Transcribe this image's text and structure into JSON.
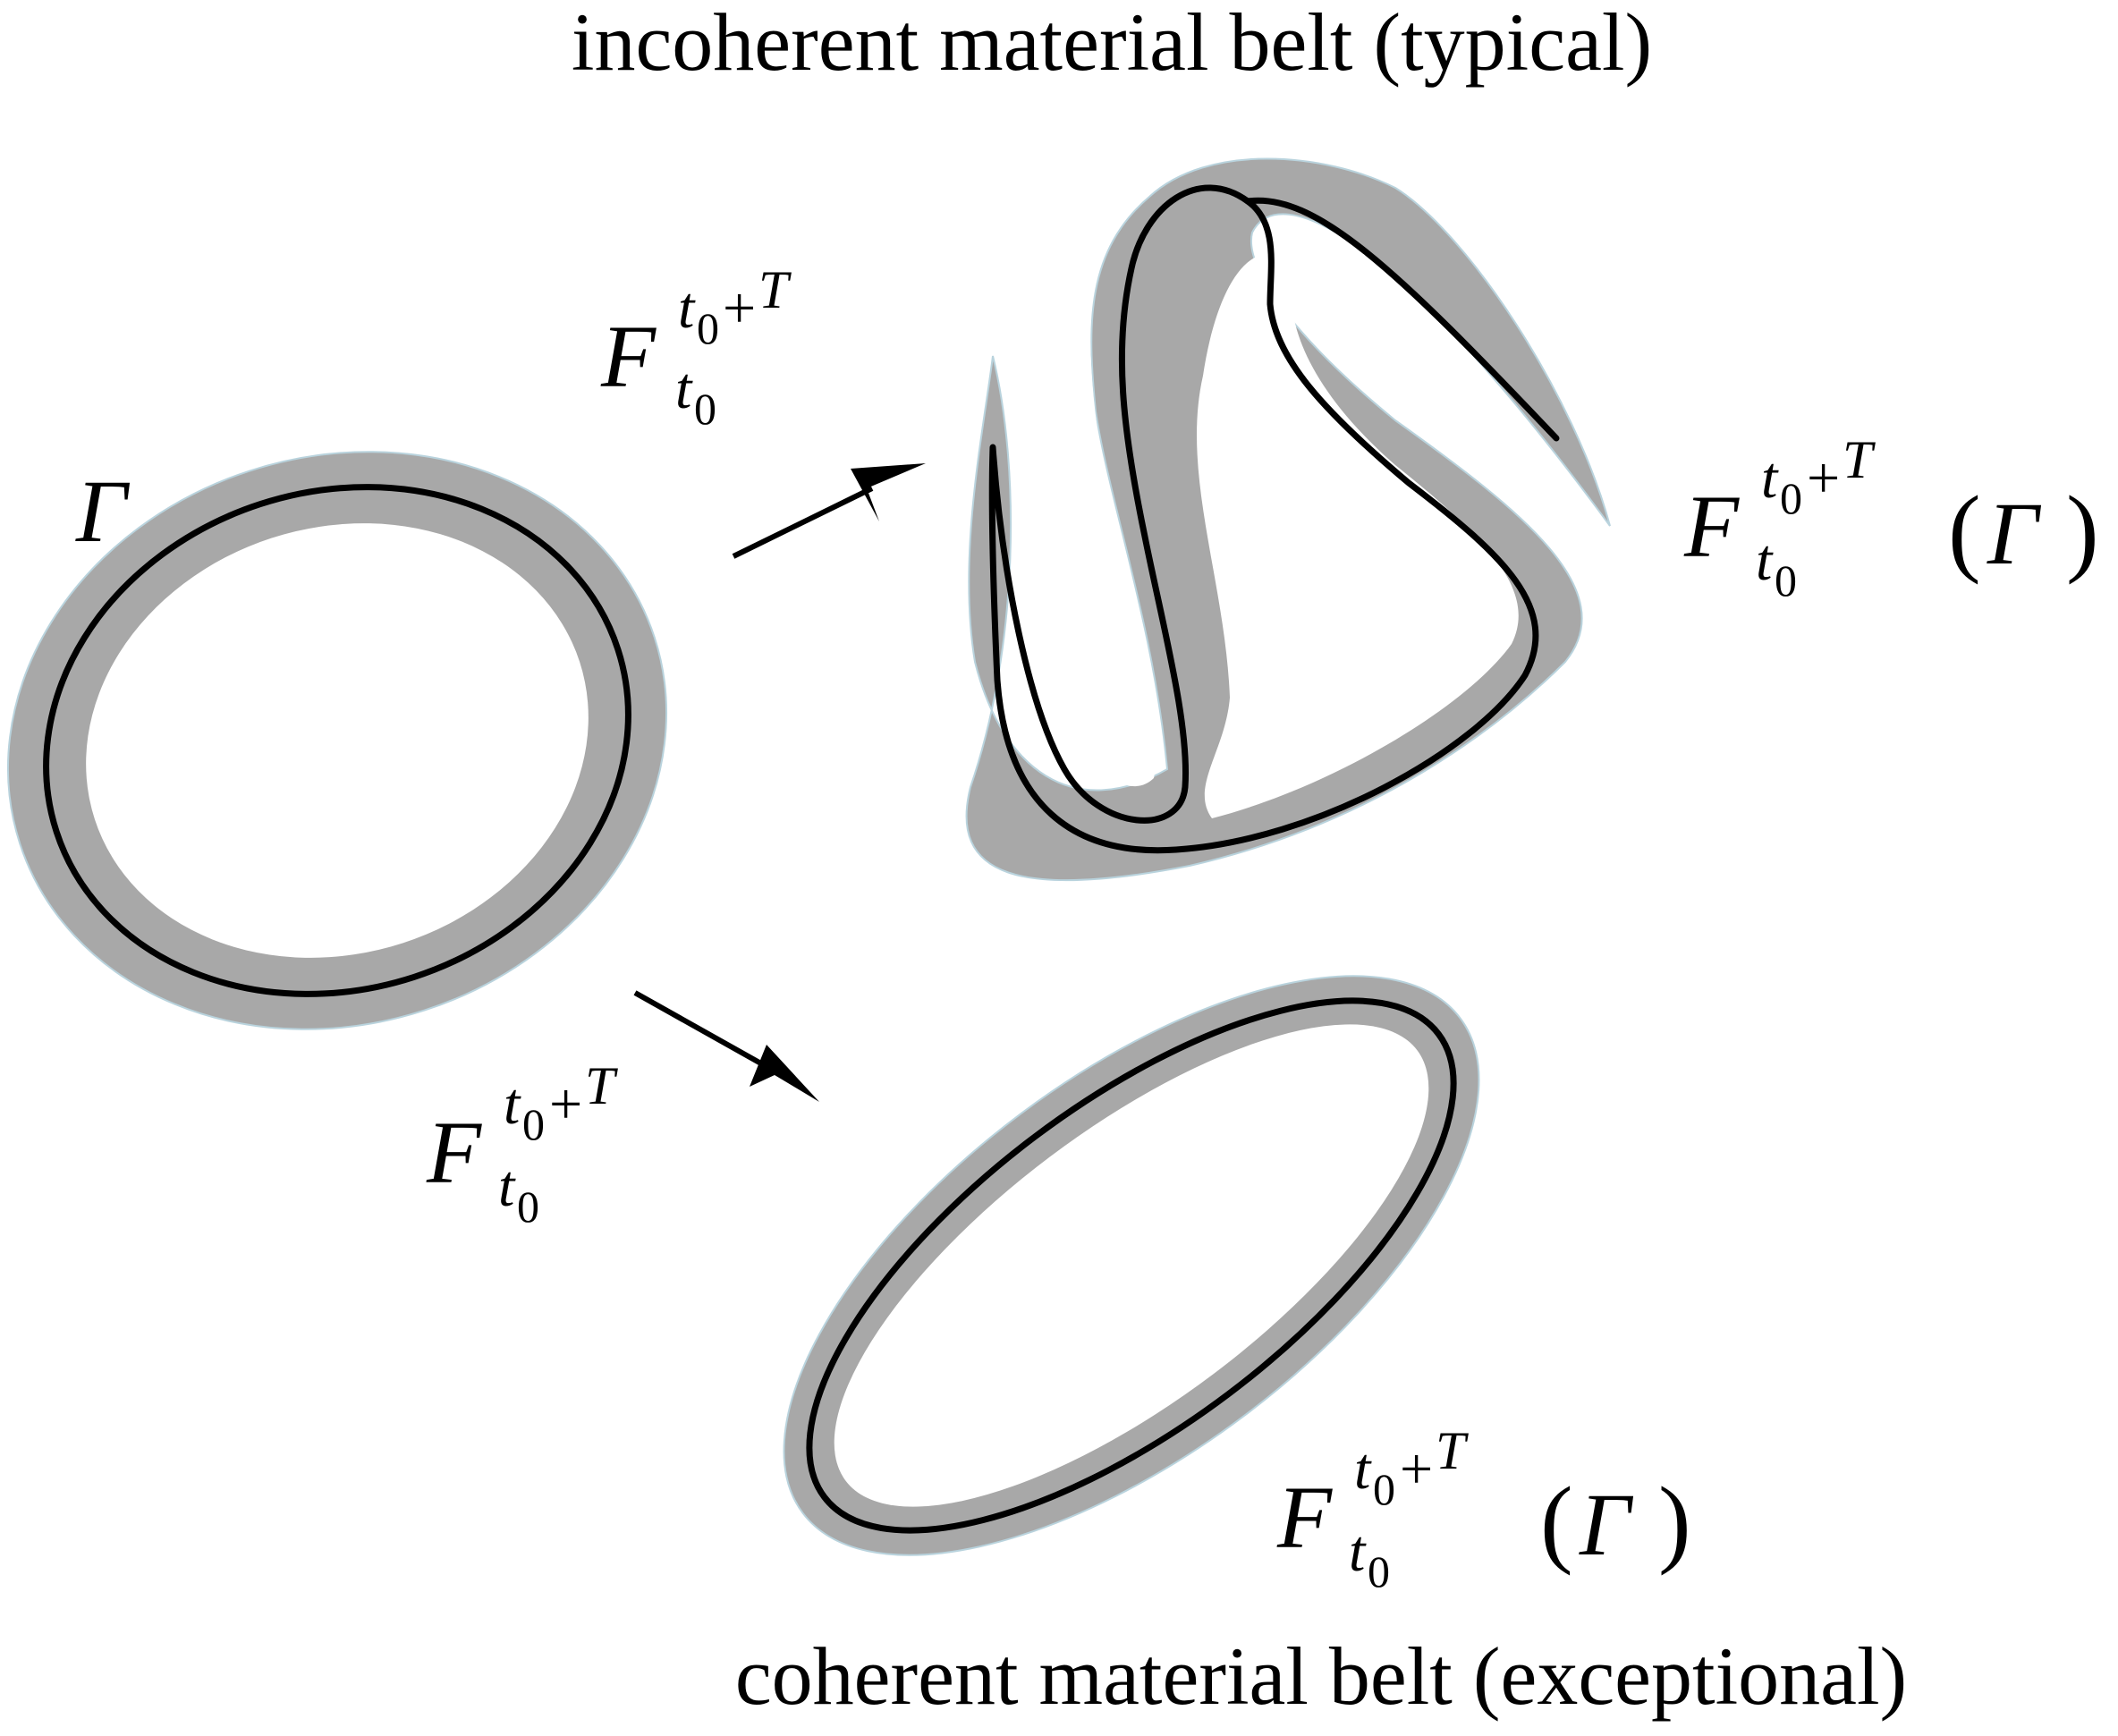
{
  "captions": {
    "top": "incoherent material belt (typical)",
    "bottom": "coherent material belt (exceptional)"
  },
  "symbols": {
    "gamma": "Γ",
    "flow_map": "F",
    "flow_sub": "t",
    "flow_sub_index": "0",
    "flow_sup": "t",
    "flow_sup_index": "0",
    "flow_sup_plus": "+",
    "flow_sup_T": "T",
    "paren_open": "(",
    "paren_close": ")"
  },
  "colors": {
    "belt_fill": "#a8a8a8",
    "belt_edge": "#b9d3dd",
    "curve": "#000000"
  }
}
